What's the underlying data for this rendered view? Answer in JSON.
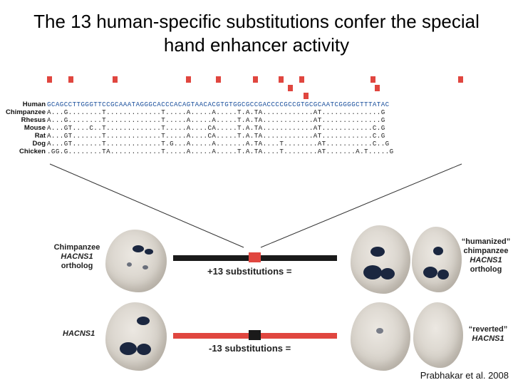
{
  "title": {
    "line1": "The 13 human-specific substitutions confer the special",
    "line2": "hand enhancer activity"
  },
  "alignment": {
    "species": [
      "Human",
      "Chimpanzee",
      "Rhesus",
      "Mouse",
      "Rat",
      "Dog",
      "Chicken"
    ],
    "sequences": [
      "GCAGCCTTGGGTTCCGCAAATAGGGCACCCACAGTAACACGTGTGGCGCCGACCCCGCCGTGCGCAATCGGGGCTTTATAC",
      "A...G........T.............T.....A.....A.....T.A.TA............AT..............G",
      "A...G........T.............T.....A.....A.....T.A.TA............AT..............G",
      "A...GT....C..T.............T.....A....CA.....T.A.TA............AT............C.G",
      "A...GT.......T.............T.....A....CA.....T.A.TA............AT............C.G",
      "A...GT.......T.............T.G...A.....A.......A.TA....T........AT...........C..G",
      ".GG.G........TA............T.....A.....A.....T.A.TA....T........AT.......A.T.....G"
    ]
  },
  "panels": {
    "top_left_label": [
      "Chimpanzee",
      "HACNS1",
      "ortholog"
    ],
    "top_bar_label": "+13 substitutions =",
    "top_right_label": [
      "“humanized”",
      "chimpanzee",
      "HACNS1",
      "ortholog"
    ],
    "bottom_left_label": "HACNS1",
    "bottom_bar_label": "-13 substitutions =",
    "bottom_right_label": [
      "“reverted”",
      "HACNS1"
    ]
  },
  "colors": {
    "accent_red": "#e0463f",
    "bar_dark": "#1a1a1a",
    "stain_blue": "#1b2740"
  },
  "credit": "Prabhakar et al. 2008"
}
